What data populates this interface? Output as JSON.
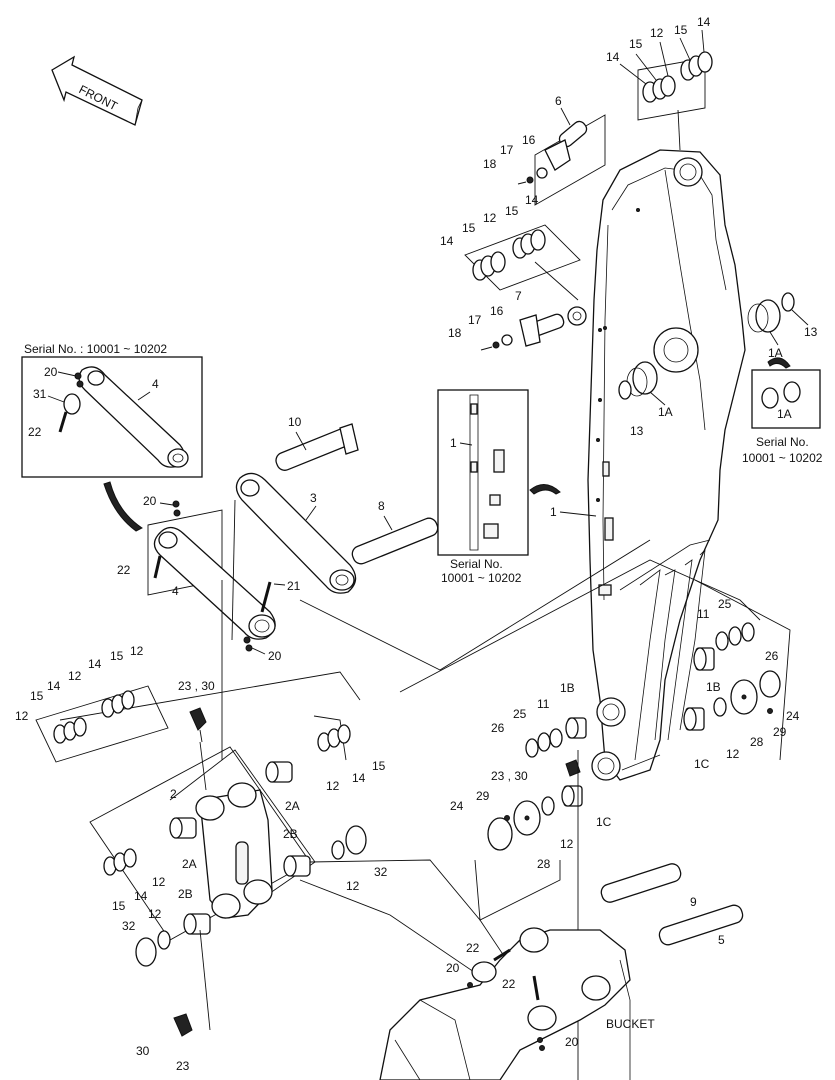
{
  "callouts": {
    "front": "FRONT",
    "bucket": "BUCKET",
    "serial_box_left": "Serial No. : 10001 ~ 10202",
    "serial_mid_line1": "Serial No.",
    "serial_mid_line2": "10001 ~ 10202",
    "serial_right_line1": "Serial No.",
    "serial_right_line2": "10001 ~ 10202"
  },
  "labels": {
    "p1_main": "1",
    "p1_inset": "1",
    "p1a_a": "1A",
    "p1a_b": "1A",
    "p1a_c": "1A",
    "p1b_a": "1B",
    "p1b_b": "1B",
    "p1c_a": "1C",
    "p1c_b": "1C",
    "p2": "2",
    "p2a_a": "2A",
    "p2a_b": "2A",
    "p2b_a": "2B",
    "p2b_b": "2B",
    "p3": "3",
    "p4_inset": "4",
    "p4": "4",
    "p5": "5",
    "p6": "6",
    "p7": "7",
    "p8": "8",
    "p9": "9",
    "p10": "10",
    "p11_a": "11",
    "p11_b": "11",
    "p12_a": "12",
    "p12_b": "12",
    "p12_c": "12",
    "p12_d": "12",
    "p12_e": "12",
    "p12_f": "12",
    "p12_g": "12",
    "p12_h": "12",
    "p12_i": "12",
    "p12_j": "12",
    "p12_k": "12",
    "p13_a": "13",
    "p13_b": "13",
    "p14_a": "14",
    "p14_b": "14",
    "p14_c": "14",
    "p14_d": "14",
    "p14_e": "14",
    "p14_f": "14",
    "p14_g": "14",
    "p14_h": "14",
    "p15_a": "15",
    "p15_b": "15",
    "p15_c": "15",
    "p15_d": "15",
    "p15_e": "15",
    "p15_f": "15",
    "p15_g": "15",
    "p15_h": "15",
    "p16_a": "16",
    "p16_b": "16",
    "p17_a": "17",
    "p17_b": "17",
    "p18_a": "18",
    "p18_b": "18",
    "p20_a": "20",
    "p20_b": "20",
    "p20_c": "20",
    "p20_d": "20",
    "p20_e": "20",
    "p21": "21",
    "p22_a": "22",
    "p22_b": "22",
    "p22_c": "22",
    "p22_d": "22",
    "p23": "23",
    "p23_30_a": "23 , 30",
    "p23_30_b": "23 , 30",
    "p24_a": "24",
    "p24_b": "24",
    "p25_a": "25",
    "p25_b": "25",
    "p26_a": "26",
    "p26_b": "26",
    "p28_a": "28",
    "p28_b": "28",
    "p29_a": "29",
    "p29_b": "29",
    "p30": "30",
    "p31": "31",
    "p32_a": "32",
    "p32_b": "32"
  }
}
